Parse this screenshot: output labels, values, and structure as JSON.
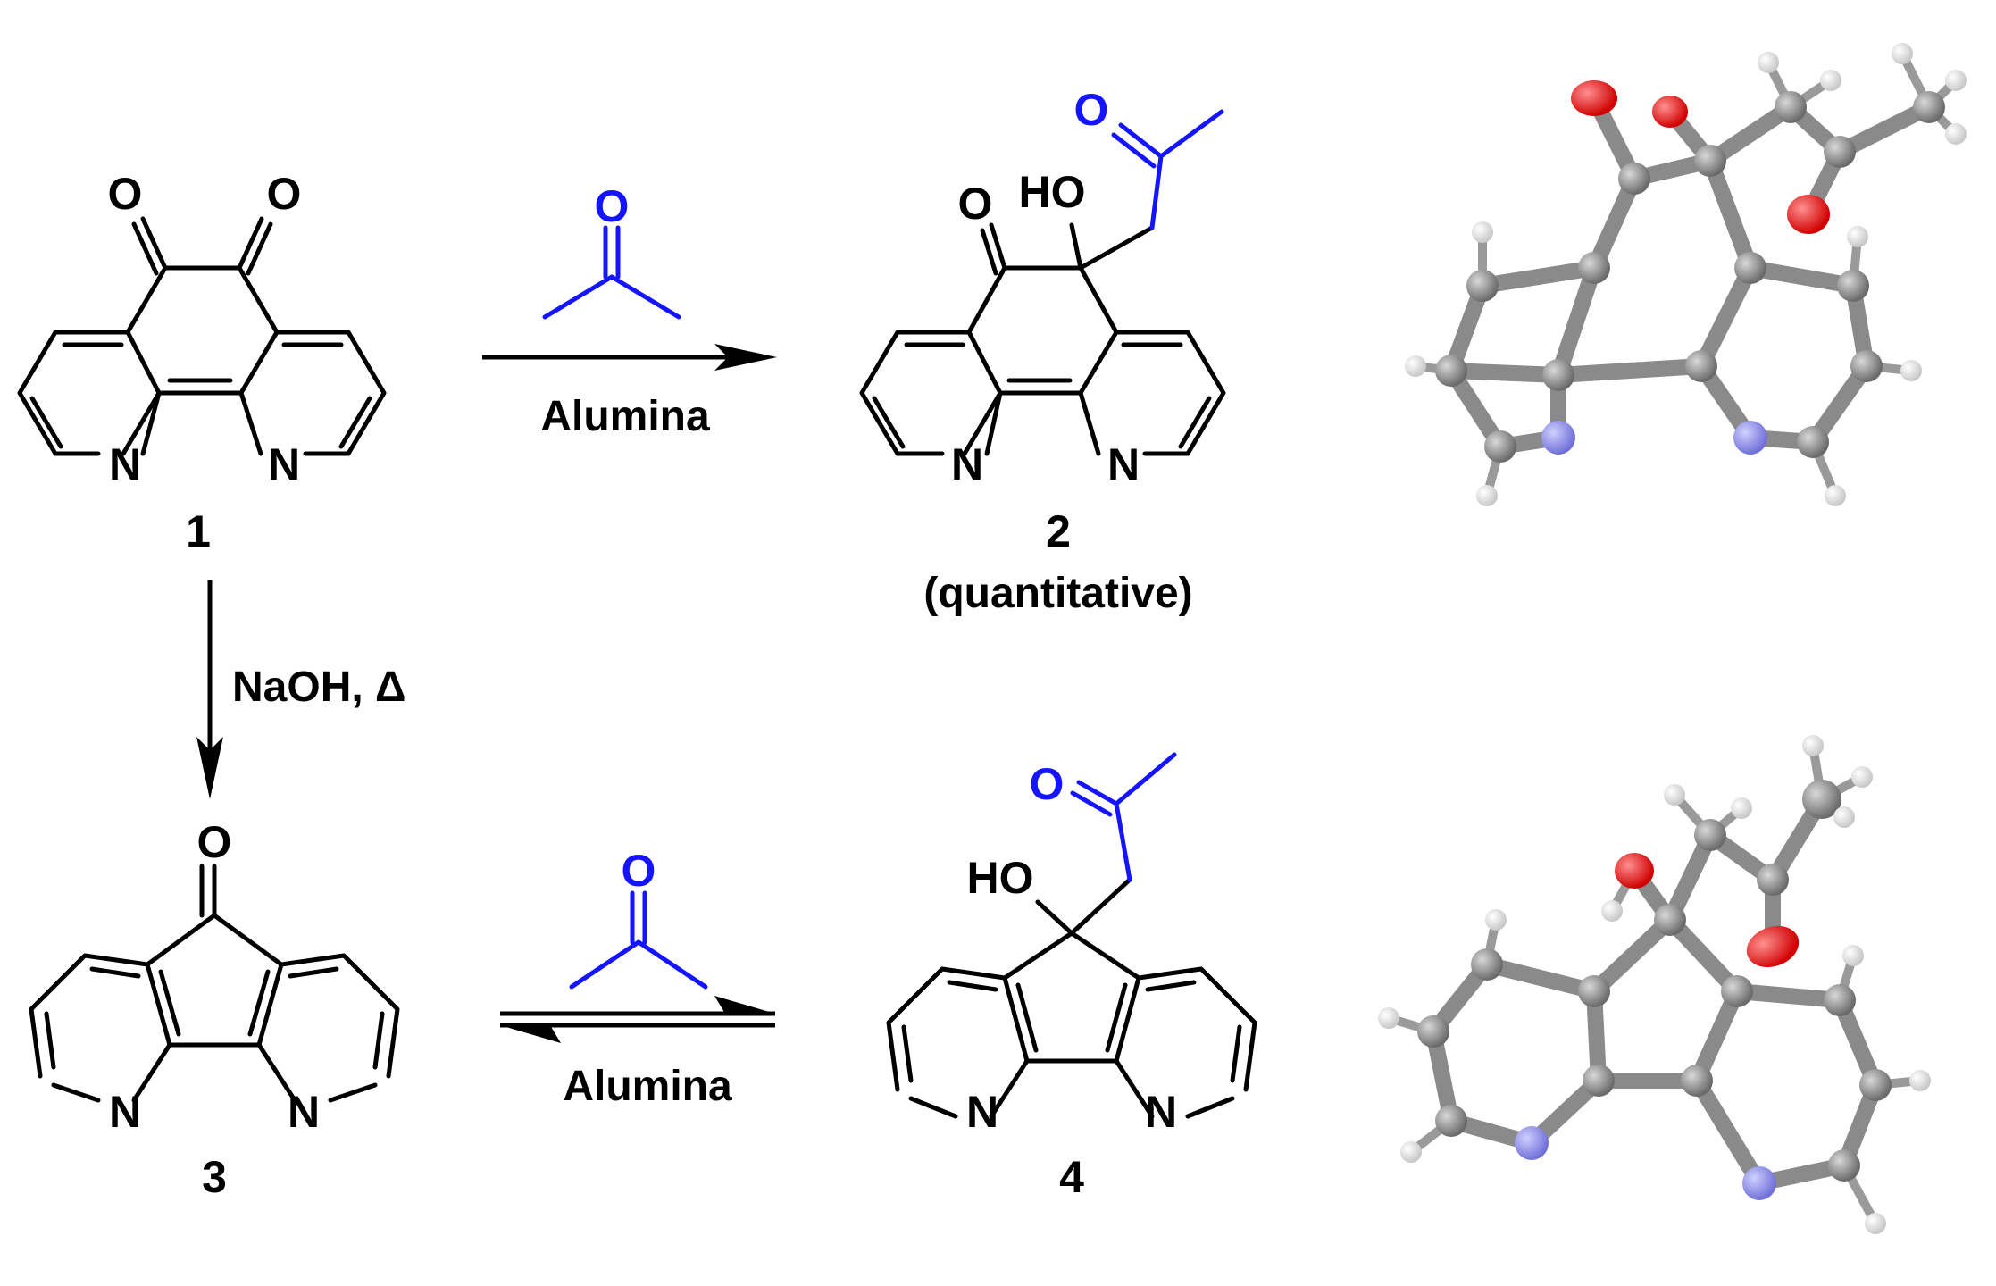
{
  "atoms": {
    "O": "O",
    "N": "N",
    "HO": "HO"
  },
  "compounds": {
    "c1": "1",
    "c2": "2",
    "c2_yield": "(quantitative)",
    "c3": "3",
    "c4": "4"
  },
  "conditions": {
    "top_reagent": "Alumina",
    "down_reagent": "NaOH, Δ",
    "bottom_reagent": "Alumina"
  },
  "colors": {
    "acetone": "#1414ff",
    "carbon": "#8a8a8a",
    "oxygen": "#ff1010",
    "nitrogen": "#9090ee",
    "hydrogen": "#f2f2f2"
  }
}
